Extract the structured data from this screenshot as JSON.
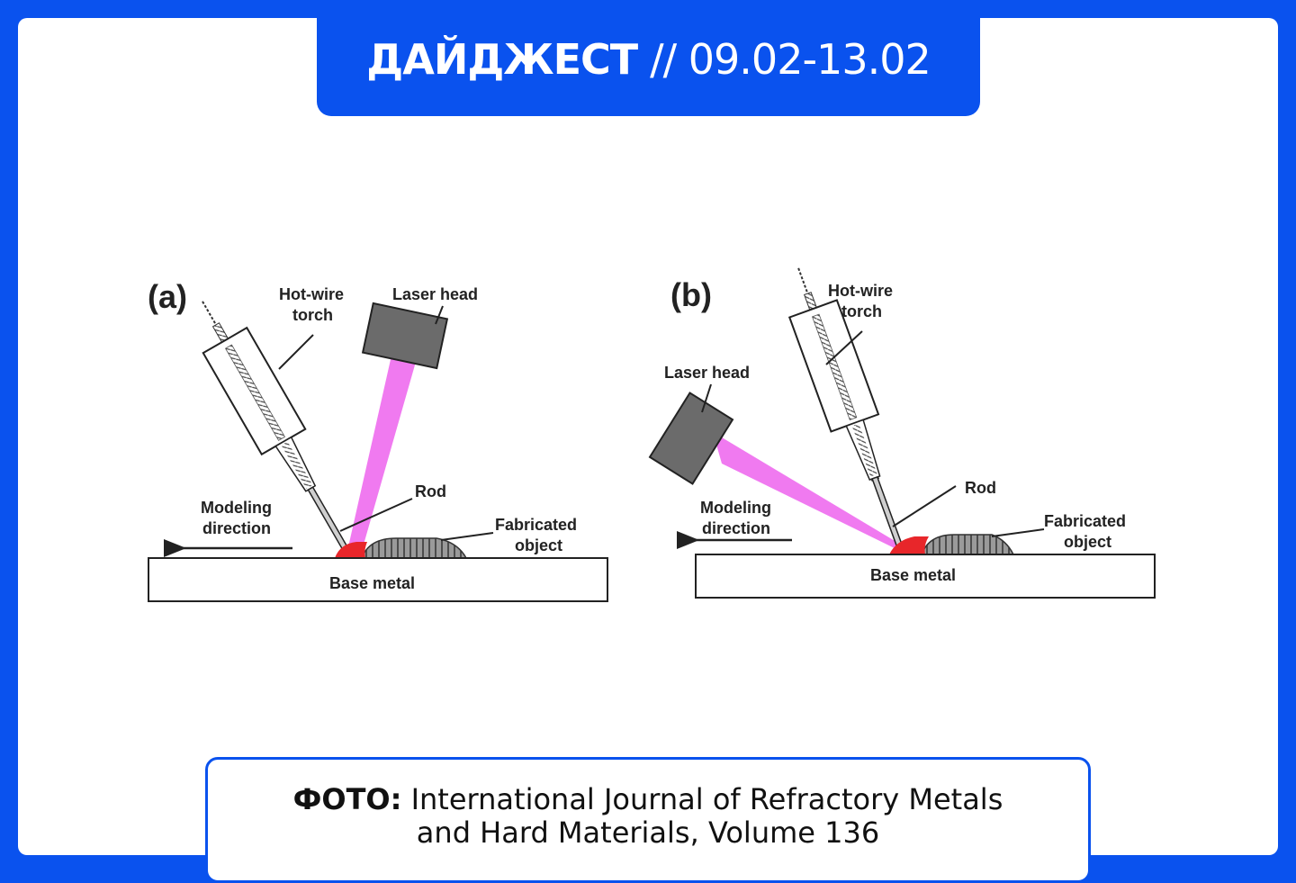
{
  "header": {
    "title_bold": "ДАЙДЖЕСТ",
    "title_rest": "// 09.02-13.02"
  },
  "diagram": {
    "panel_a": {
      "label": "(a)",
      "hotwire_line1": "Hot-wire",
      "hotwire_line2": "torch",
      "laser": "Laser head",
      "rod": "Rod",
      "modeling_line1": "Modeling",
      "modeling_line2": "direction",
      "fabricated_line1": "Fabricated",
      "fabricated_line2": "object",
      "base": "Base metal"
    },
    "panel_b": {
      "label": "(b)",
      "hotwire_line1": "Hot-wire",
      "hotwire_line2": "torch",
      "laser": "Laser head",
      "rod": "Rod",
      "modeling_line1": "Modeling",
      "modeling_line2": "direction",
      "fabricated_line1": "Fabricated",
      "fabricated_line2": "object",
      "base": "Base metal"
    },
    "colors": {
      "laser_beam": "#f07af0",
      "melt_pool": "#e8262a",
      "laser_head": "#6b6b6b"
    }
  },
  "caption": {
    "label": "ФОТО:",
    "text_line1": "International Journal of Refractory Metals",
    "text_line2": "and Hard Materials, Volume 136"
  }
}
